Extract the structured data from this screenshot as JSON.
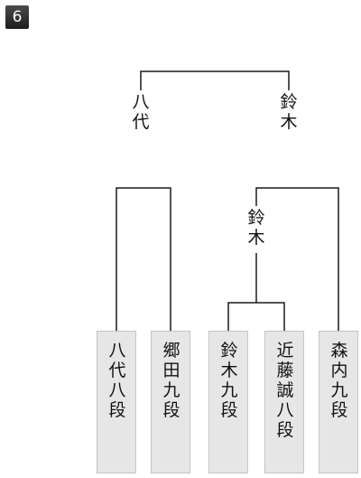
{
  "round_number": "6",
  "bracket": {
    "final_winner_left": "八代",
    "final_winner_right": "鈴木",
    "semifinal_winner": "鈴木",
    "players": [
      {
        "name": "八代八段"
      },
      {
        "name": "郷田九段"
      },
      {
        "name": "鈴木九段"
      },
      {
        "name": "近藤誠八段"
      },
      {
        "name": "森内九段"
      }
    ]
  },
  "colors": {
    "line": "#1a1a1a",
    "box_fill": "#e6e6e6",
    "box_border": "#c4c4c4",
    "badge_bg": "#333333"
  }
}
